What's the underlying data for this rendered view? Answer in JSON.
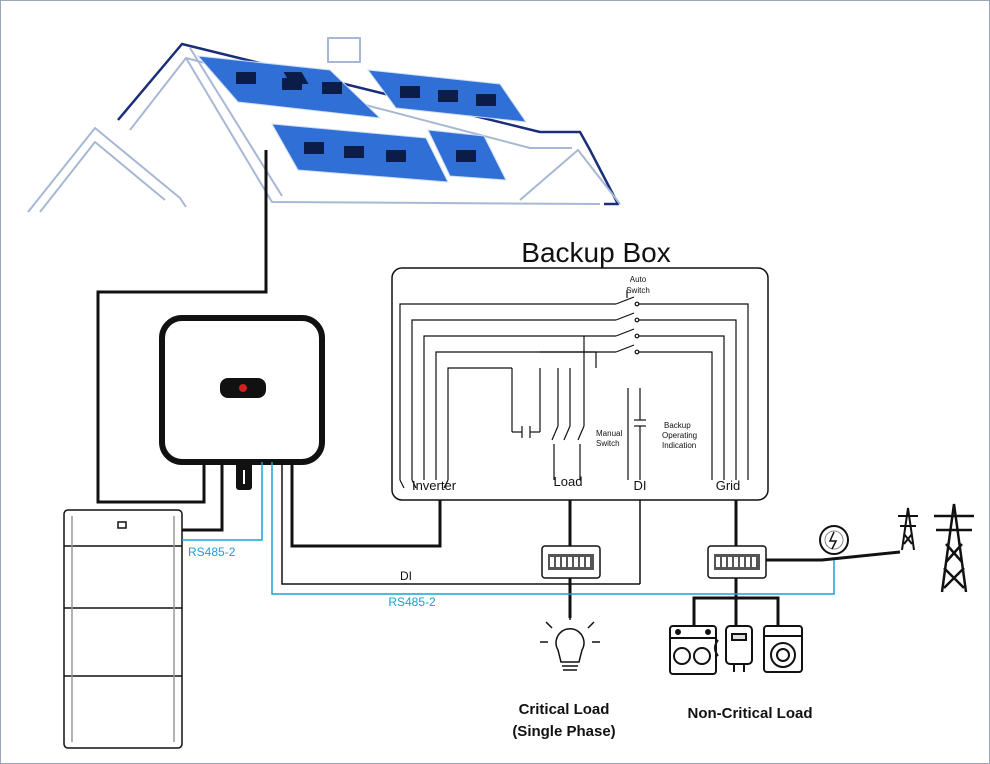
{
  "title": "Backup Box",
  "auto_switch": [
    "Auto",
    "Switch"
  ],
  "manual_switch": [
    "Manual",
    "Switch"
  ],
  "backup_indication": [
    "Backup",
    "Operating",
    "Indication"
  ],
  "ports": {
    "inverter": "Inverter",
    "load": "Load",
    "di": "DI",
    "grid": "Grid"
  },
  "signals": {
    "rs485_battery": "RS485-2",
    "di_line": "DI",
    "rs485_line": "RS485-2"
  },
  "loads": {
    "critical": [
      "Critical Load",
      "(Single Phase)"
    ],
    "non_critical": "Non-Critical Load"
  },
  "colors": {
    "rs485": "#1aa0d8",
    "roof": "#1a2e7a",
    "solar_panel": "#2f6fd6",
    "wire": "#111111"
  },
  "icons": [
    "solar-panel-icon",
    "inverter-icon",
    "battery-icon",
    "breaker-panel-icon",
    "light-bulb-icon",
    "cooker-icon",
    "water-heater-icon",
    "washing-machine-icon",
    "meter-icon",
    "transmission-tower-icon"
  ]
}
